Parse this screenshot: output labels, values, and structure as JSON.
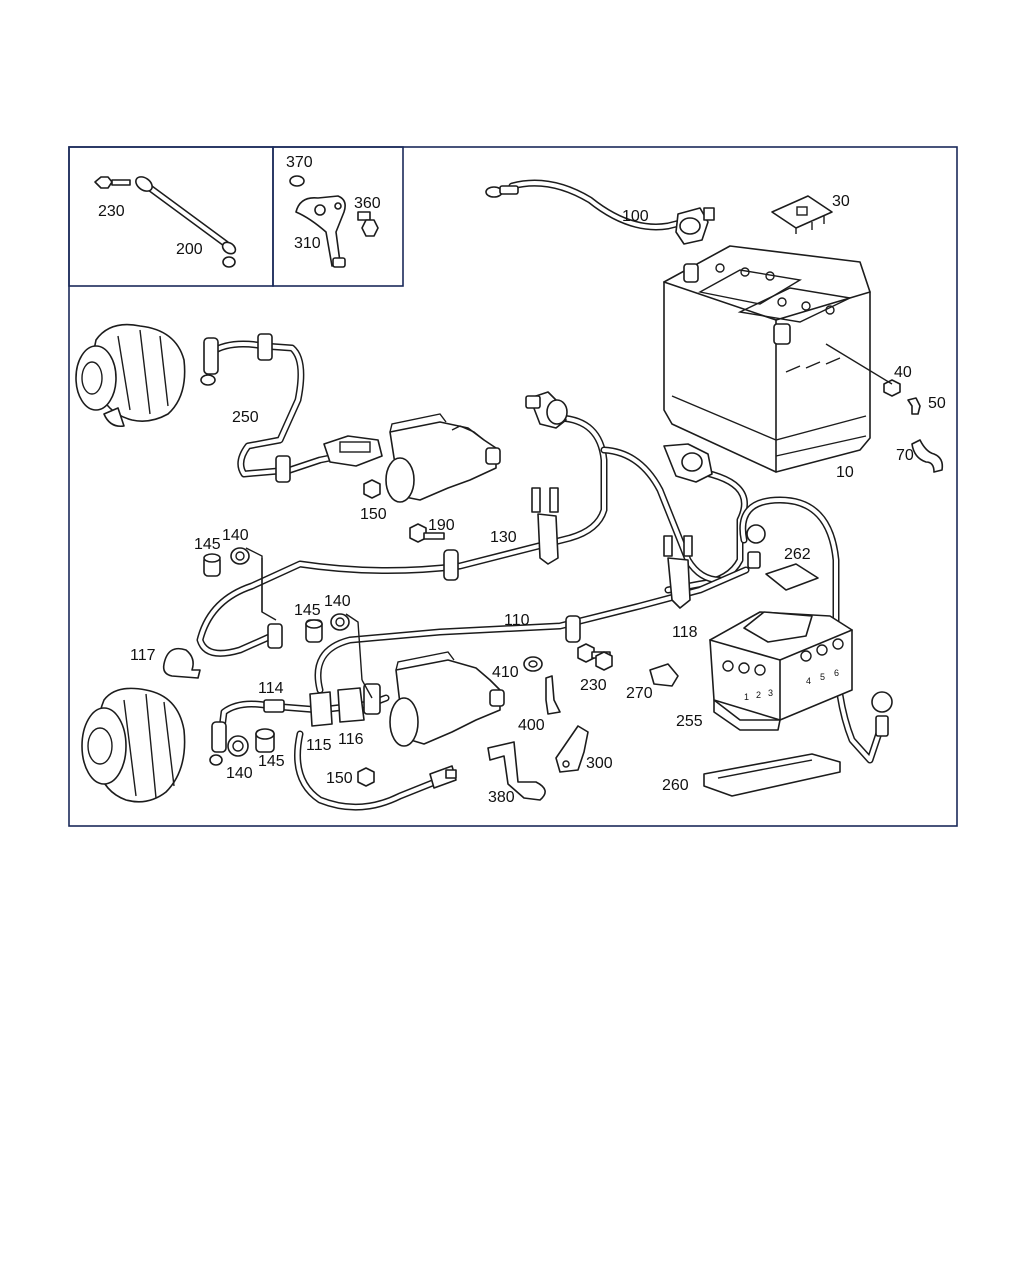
{
  "diagram": {
    "callouts": {
      "p10": "10",
      "p30": "30",
      "p40": "40",
      "p50": "50",
      "p70": "70",
      "p100": "100",
      "p110": "110",
      "p114": "114",
      "p115": "115",
      "p116": "116",
      "p117": "117",
      "p118": "118",
      "p130": "130",
      "p140a": "140",
      "p140b": "140",
      "p140c": "140",
      "p145a": "145",
      "p145b": "145",
      "p145c": "145",
      "p150a": "150",
      "p150b": "150",
      "p190": "190",
      "p200": "200",
      "p230a": "230",
      "p230b": "230",
      "p250": "250",
      "p255": "255",
      "p260": "260",
      "p262": "262",
      "p270": "270",
      "p300": "300",
      "p310": "310",
      "p360": "360",
      "p370": "370",
      "p380": "380",
      "p400": "400",
      "p410": "410"
    },
    "fuse_numbers": [
      "1",
      "2",
      "3",
      "4",
      "5",
      "6"
    ]
  }
}
